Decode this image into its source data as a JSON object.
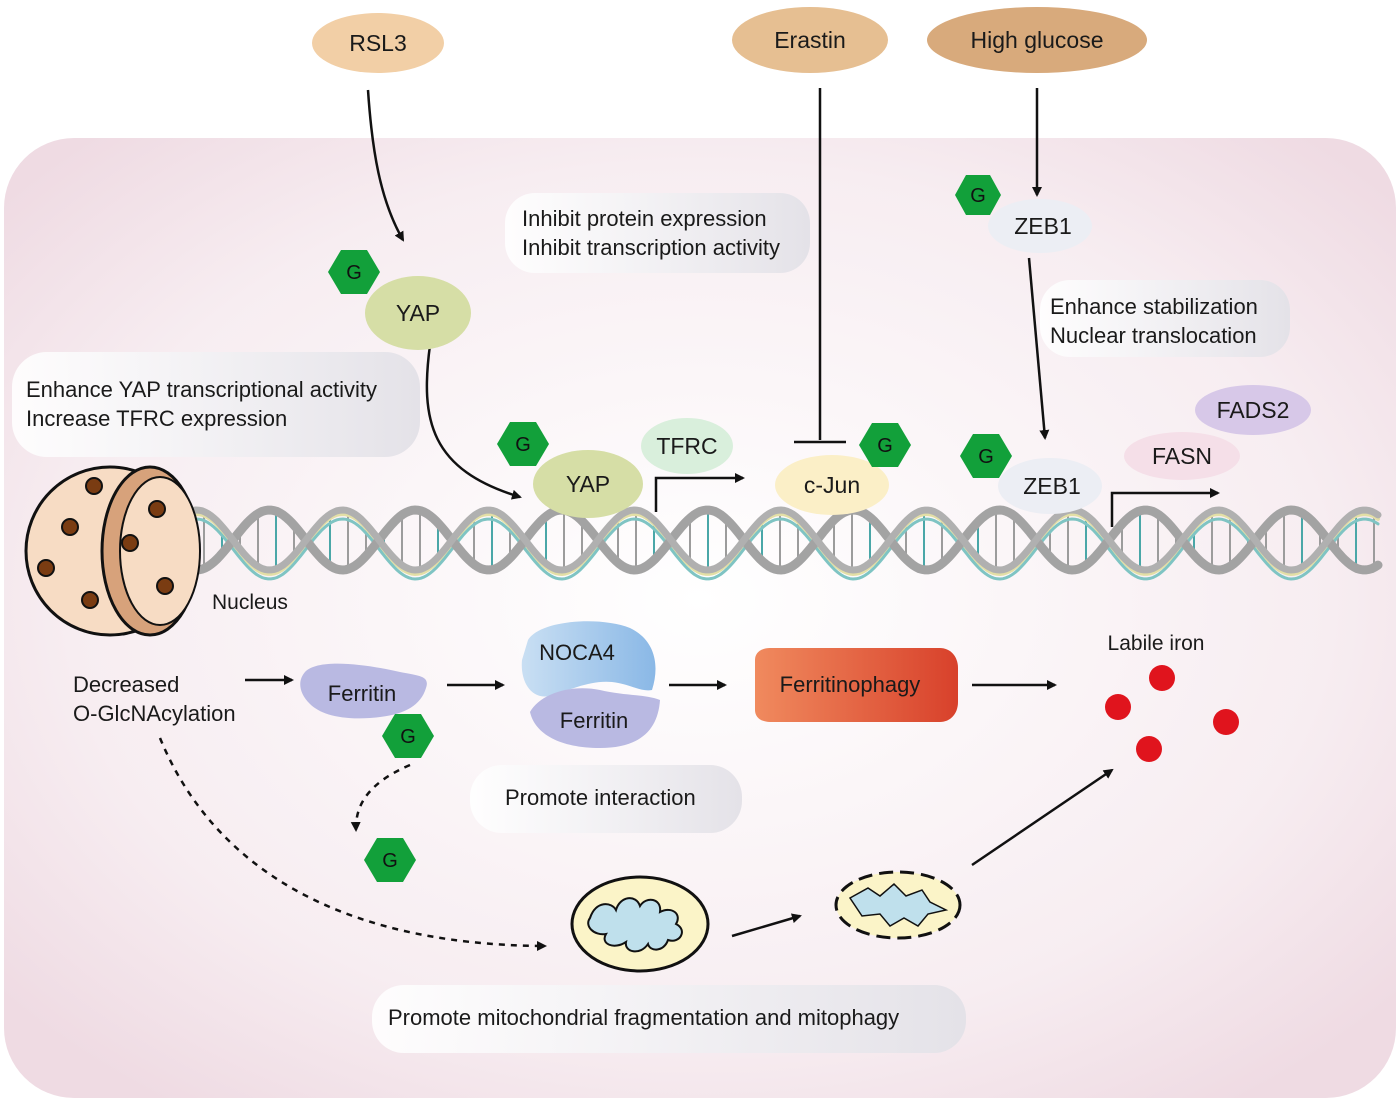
{
  "stimuli": {
    "rsl3": "RSL3",
    "erastin": "Erastin",
    "high_glucose": "High glucose"
  },
  "g_label": "G",
  "proteins": {
    "yap": "YAP",
    "tfrc": "TFRC",
    "cjun": "c-Jun",
    "zeb1": "ZEB1",
    "fads2": "FADS2",
    "fasn": "FASN",
    "ferritin": "Ferritin",
    "noca4": "NOCA4"
  },
  "notes": {
    "erastin_line1": "Inhibit protein expression",
    "erastin_line2": "Inhibit transcription activity",
    "zeb1_line1": "Enhance stabilization",
    "zeb1_line2": "Nuclear translocation",
    "yap_line1": "Enhance YAP transcriptional activity",
    "yap_line2": "Increase TFRC expression",
    "promote_interaction": "Promote interaction",
    "mito": "Promote mitochondrial fragmentation and mitophagy"
  },
  "labels": {
    "nucleus": "Nucleus",
    "decreased_1": "Decreased",
    "decreased_2": "O-GlcNAcylation",
    "ferritinophagy": "Ferritinophagy",
    "labile_iron": "Labile iron"
  },
  "colors": {
    "cell_bg": "#f6e9ee",
    "stimulus_light": "#f2cfa6",
    "stimulus_mid": "#e6bf92",
    "stimulus_dark": "#d8aa7c",
    "g_hex": "#12a03a",
    "yap": "#d6dea6",
    "tfrc": "#d9efdc",
    "cjun": "#fbefc7",
    "zeb1": "#eceef4",
    "fads2": "#d7c8e8",
    "fasn": "#f5dfe8",
    "ferritin": "#b9b9e2",
    "noca4": "#9cc3ea",
    "ferritinophagy_start": "#f08a5e",
    "ferritinophagy_end": "#d8412b",
    "iron": "#e0141d",
    "note_bg": "#e9e7ec"
  }
}
